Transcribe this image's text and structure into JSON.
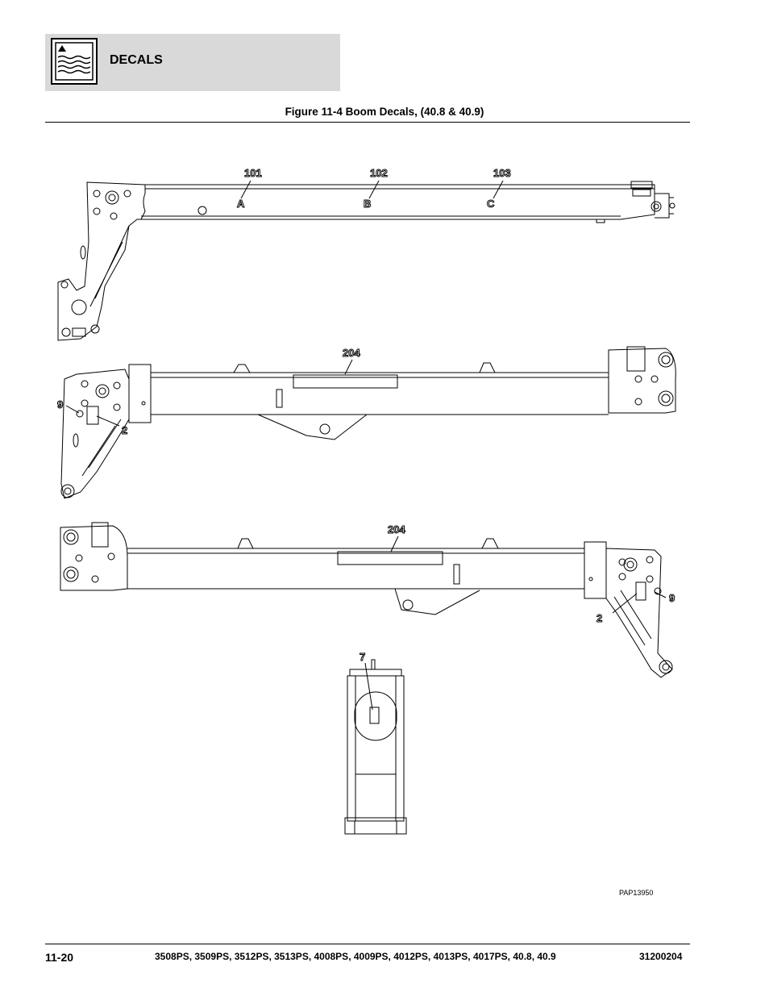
{
  "header": {
    "section_title": "DECALS"
  },
  "figure": {
    "title": "Figure 11-4 Boom Decals, (40.8 & 40.9)",
    "ref_code": "PAP13950",
    "callouts": {
      "c101": "101",
      "c102": "102",
      "c103": "103",
      "cA": "A",
      "cB": "B",
      "cC": "C",
      "c204a": "204",
      "c9a": "9",
      "c2a": "2",
      "c204b": "204",
      "c9b": "9",
      "c2b": "2",
      "c7": "7"
    }
  },
  "footer": {
    "page_number": "11-20",
    "models": "3508PS, 3509PS, 3512PS, 3513PS, 4008PS, 4009PS, 4012PS, 4013PS, 4017PS, 40.8, 40.9",
    "doc_number": "31200204"
  }
}
